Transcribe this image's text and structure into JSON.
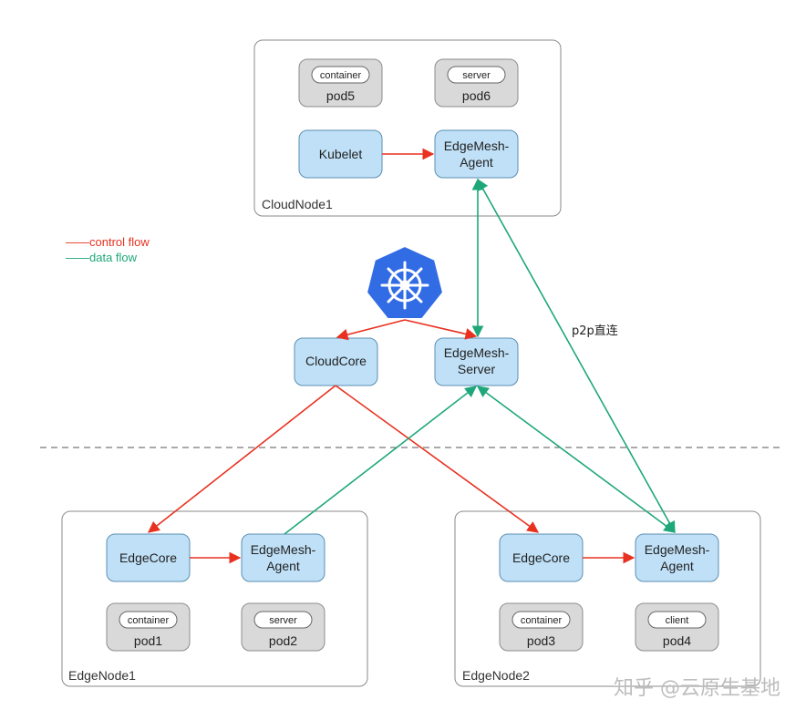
{
  "clusters": {
    "cloud": "CloudNode1",
    "edge1": "EdgeNode1",
    "edge2": "EdgeNode2"
  },
  "components": {
    "kubelet": "Kubelet",
    "edgemesh_agent_line1": "EdgeMesh-",
    "edgemesh_agent_line2": "Agent",
    "edgemesh_server_line1": "EdgeMesh-",
    "edgemesh_server_line2": "Server",
    "cloudcore": "CloudCore",
    "edgecore": "EdgeCore"
  },
  "pods": {
    "pod5": {
      "name": "pod5",
      "tag": "container"
    },
    "pod6": {
      "name": "pod6",
      "tag": "server"
    },
    "pod1": {
      "name": "pod1",
      "tag": "container"
    },
    "pod2": {
      "name": "pod2",
      "tag": "server"
    },
    "pod3": {
      "name": "pod3",
      "tag": "container"
    },
    "pod4": {
      "name": "pod4",
      "tag": "client"
    }
  },
  "legend": {
    "control": "——control flow",
    "data": "——data flow"
  },
  "annotations": {
    "p2p": "p2p直连"
  },
  "watermark": "知乎 @云原生基地",
  "colors": {
    "control_flow": "#e8311f",
    "data_flow": "#1ea77a",
    "component_fill": "#bfe0f7",
    "pod_fill": "#d9d9d9",
    "kubernetes_blue": "#326ce5"
  },
  "icons": {
    "logo": "kubernetes-helm-icon"
  }
}
